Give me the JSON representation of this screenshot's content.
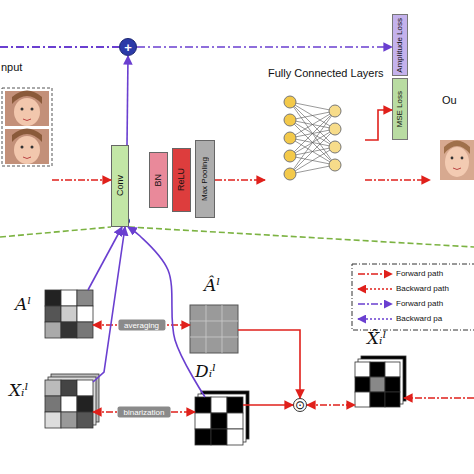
{
  "diagram": {
    "nodes": [
      {
        "text": [
          "nput"
        ]
      },
      {
        "text": [
          "+"
        ]
      },
      {
        "text": [
          "Amplitude Loss"
        ]
      },
      {
        "text": [
          "MSE Loss"
        ]
      },
      {
        "text": [
          "Ou"
        ]
      },
      {
        "text": [
          "Conv"
        ]
      },
      {
        "text": [
          "BN"
        ]
      },
      {
        "text": [
          "ReLU"
        ]
      },
      {
        "text": [
          "Max Pooling"
        ]
      },
      {
        "text": [
          "Fully Connected Layers"
        ]
      },
      {
        "text": [
          "Aˡ"
        ]
      },
      {
        "text": [
          "Âˡ"
        ]
      },
      {
        "text": [
          "Xᵢˡ"
        ]
      },
      {
        "text": [
          "Dᵢˡ"
        ]
      },
      {
        "text": [
          "⊙"
        ]
      },
      {
        "text": [
          "X̂ᵢˡ"
        ]
      }
    ],
    "edges": [
      {
        "from": 0,
        "to": 5,
        "arrow": "to"
      },
      {
        "from": 5,
        "to": 1,
        "arrow": "to"
      },
      {
        "from": 1,
        "to": 2,
        "arrow": "to"
      },
      {
        "from": 8,
        "to": 9,
        "arrow": "to"
      },
      {
        "from": 9,
        "to": 3,
        "arrow": "to"
      },
      {
        "from": 10,
        "to": 11,
        "label": "averaging",
        "arrow": "both"
      },
      {
        "from": 12,
        "to": 13,
        "label": "binarization",
        "arrow": "both"
      },
      {
        "from": 11,
        "to": 14,
        "arrow": "to"
      },
      {
        "from": 13,
        "to": 14,
        "arrow": "to"
      },
      {
        "from": 14,
        "to": 15,
        "arrow": "both"
      },
      {
        "from": 10,
        "to": 5,
        "arrow": "to"
      },
      {
        "from": 12,
        "to": 5,
        "arrow": "to"
      },
      {
        "from": 13,
        "to": 5,
        "arrow": "to"
      }
    ],
    "legend": [
      {
        "text": "Forward path"
      },
      {
        "text": "Backward path"
      },
      {
        "text": "Forward path"
      },
      {
        "text": "Backward pa"
      }
    ]
  }
}
